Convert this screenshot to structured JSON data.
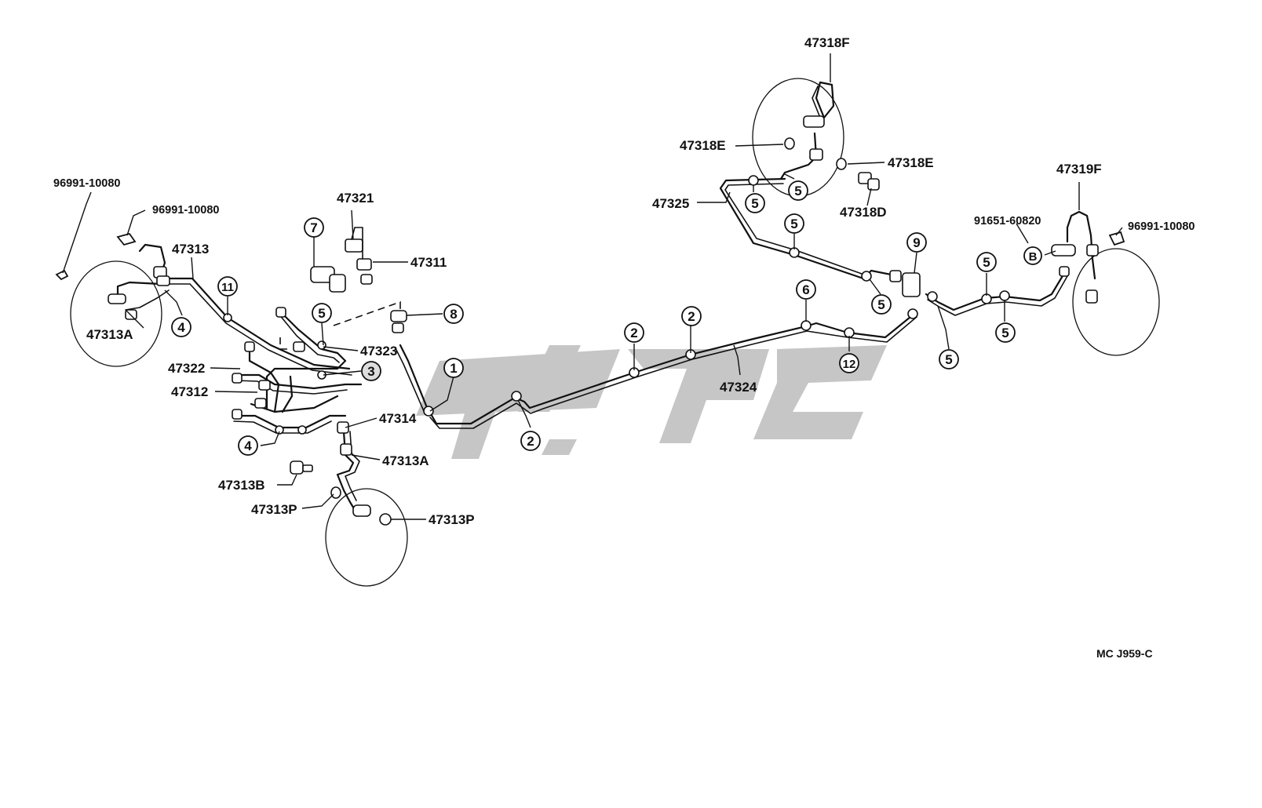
{
  "part_labels": {
    "p96991_1": "96991-10080",
    "p96991_2": "96991-10080",
    "p96991_3": "96991-10080",
    "p47313": "47313",
    "p47313A_1": "47313A",
    "p47313A_2": "47313A",
    "p47321": "47321",
    "p47311": "47311",
    "p47323": "47323",
    "p47322": "47322",
    "p47312": "47312",
    "p47314": "47314",
    "p47313B": "47313B",
    "p47313P_1": "47313P",
    "p47313P_2": "47313P",
    "p47324": "47324",
    "p47325": "47325",
    "p47318F": "47318F",
    "p47318E_1": "47318E",
    "p47318E_2": "47318E",
    "p47318D": "47318D",
    "p47319F": "47319F",
    "p91651": "91651-60820"
  },
  "callouts": {
    "c1": "1",
    "c2a": "2",
    "c2b": "2",
    "c2c": "2",
    "c3": "3",
    "c4a": "4",
    "c4b": "4",
    "c5a": "5",
    "c5b": "5",
    "c5c": "5",
    "c5d": "5",
    "c5e": "5",
    "c5f": "5",
    "c5g": "5",
    "c5h": "5",
    "c6": "6",
    "c7": "7",
    "c8": "8",
    "c9": "9",
    "c11": "11",
    "c12": "12",
    "cB": "B"
  },
  "reference_code": "MC J959-C"
}
